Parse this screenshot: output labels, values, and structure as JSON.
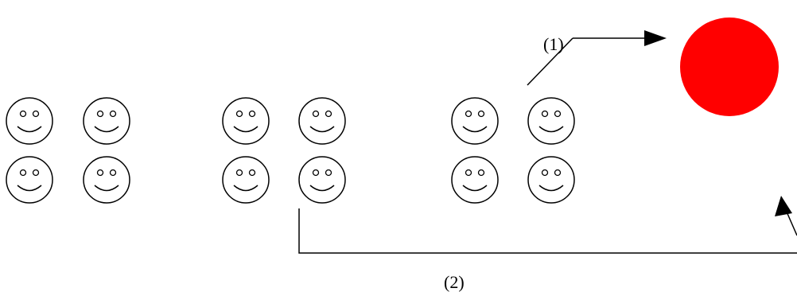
{
  "labels": {
    "path_1": "(1)",
    "path_2": "(2)"
  },
  "icons": {
    "face": "smiley-face-icon",
    "target": "red-circle-icon"
  },
  "colors": {
    "target_fill": "#ff0000",
    "stroke": "#000000",
    "background": "#ffffff"
  },
  "groups": [
    {
      "name": "left-group",
      "faces": 4
    },
    {
      "name": "middle-group",
      "faces": 4
    },
    {
      "name": "right-group",
      "faces": 4
    }
  ]
}
